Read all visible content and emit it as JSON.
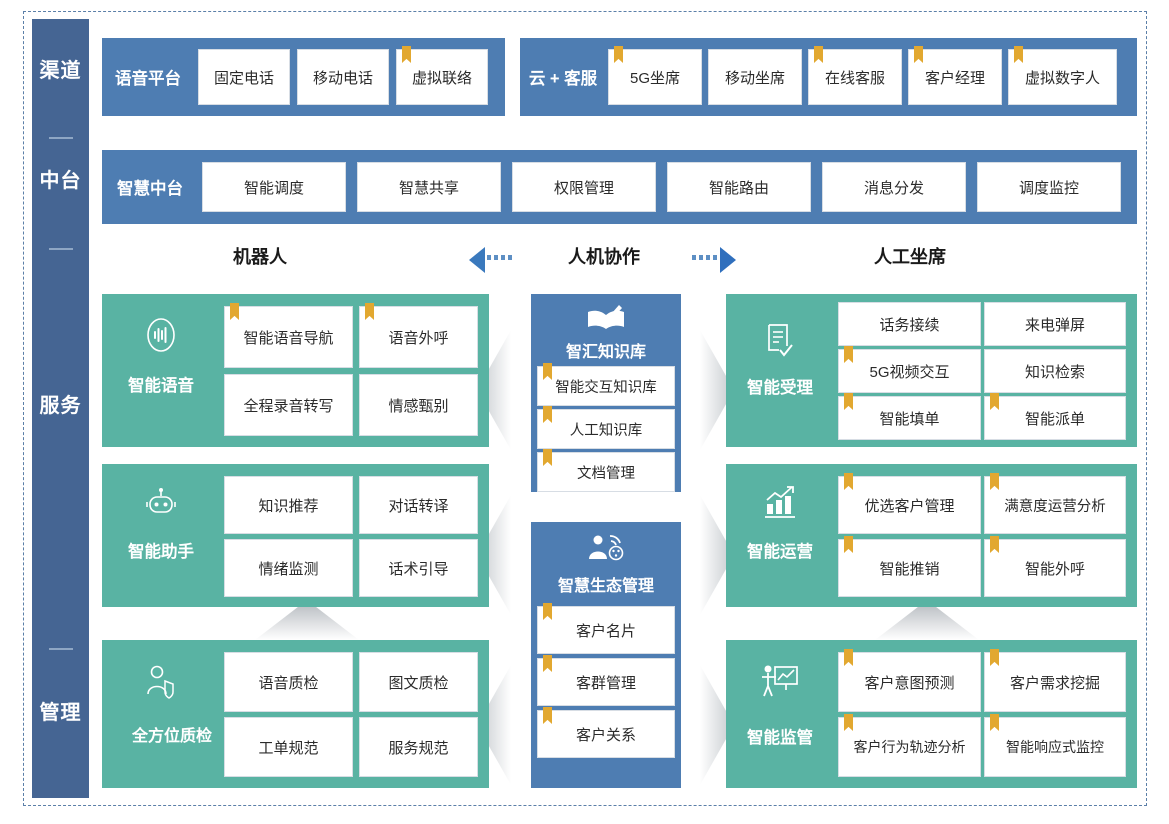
{
  "sidebar": {
    "items": [
      {
        "label": "渠道",
        "name": "sidebar-item-channel"
      },
      {
        "label": "中台",
        "name": "sidebar-item-midplatform"
      },
      {
        "label": "服务",
        "name": "sidebar-item-service"
      },
      {
        "label": "管理",
        "name": "sidebar-item-management"
      }
    ]
  },
  "channel_row": {
    "voice_platform": {
      "title": "语音平台",
      "items": [
        {
          "label": "固定电话",
          "ribbon": false
        },
        {
          "label": "移动电话",
          "ribbon": false
        },
        {
          "label": "虚拟联络",
          "ribbon": true
        }
      ]
    },
    "cloud_service": {
      "title": "云 + 客服",
      "items": [
        {
          "label": "5G坐席",
          "ribbon": true
        },
        {
          "label": "移动坐席",
          "ribbon": false
        },
        {
          "label": "在线客服",
          "ribbon": true
        },
        {
          "label": "客户经理",
          "ribbon": true
        },
        {
          "label": "虚拟数字人",
          "ribbon": true
        }
      ]
    }
  },
  "midplatform_row": {
    "title": "智慧中台",
    "items": [
      {
        "label": "智能调度",
        "ribbon": false
      },
      {
        "label": "智慧共享",
        "ribbon": false
      },
      {
        "label": "权限管理",
        "ribbon": false
      },
      {
        "label": "智能路由",
        "ribbon": false
      },
      {
        "label": "消息分发",
        "ribbon": false
      },
      {
        "label": "调度监控",
        "ribbon": false
      }
    ]
  },
  "section_headers": {
    "left": "机器人",
    "center": "人机协作",
    "right": "人工坐席"
  },
  "service_left": [
    {
      "title": "智能语音",
      "icon": "voice-wave-icon",
      "items": [
        {
          "label": "智能语音导航",
          "ribbon": true
        },
        {
          "label": "语音外呼",
          "ribbon": true
        },
        {
          "label": "全程录音转写",
          "ribbon": false
        },
        {
          "label": "情感甄别",
          "ribbon": false
        }
      ]
    },
    {
      "title": "智能助手",
      "icon": "robot-icon",
      "items": [
        {
          "label": "知识推荐",
          "ribbon": false
        },
        {
          "label": "对话转译",
          "ribbon": false
        },
        {
          "label": "情绪监测",
          "ribbon": false
        },
        {
          "label": "话术引导",
          "ribbon": false
        }
      ]
    },
    {
      "title": "全方位质检",
      "icon": "person-shield-icon",
      "items": [
        {
          "label": "语音质检",
          "ribbon": false
        },
        {
          "label": "图文质检",
          "ribbon": false
        },
        {
          "label": "工单规范",
          "ribbon": false
        },
        {
          "label": "服务规范",
          "ribbon": false
        }
      ]
    }
  ],
  "service_center": [
    {
      "title": "智汇知识库",
      "icon": "open-book-pen-icon",
      "items": [
        {
          "label": "智能交互知识库",
          "ribbon": true
        },
        {
          "label": "人工知识库",
          "ribbon": true
        },
        {
          "label": "文档管理",
          "ribbon": true
        }
      ]
    },
    {
      "title": "智慧生态管理",
      "icon": "person-network-icon",
      "items": [
        {
          "label": "客户名片",
          "ribbon": true
        },
        {
          "label": "客群管理",
          "ribbon": true
        },
        {
          "label": "客户关系",
          "ribbon": true
        }
      ]
    }
  ],
  "service_right": [
    {
      "title": "智能受理",
      "icon": "document-check-icon",
      "items": [
        {
          "label": "话务接续",
          "ribbon": false
        },
        {
          "label": "来电弹屏",
          "ribbon": false
        },
        {
          "label": "5G视频交互",
          "ribbon": true
        },
        {
          "label": "知识检索",
          "ribbon": false
        },
        {
          "label": "智能填单",
          "ribbon": true
        },
        {
          "label": "智能派单",
          "ribbon": true
        }
      ]
    },
    {
      "title": "智能运营",
      "icon": "bar-chart-up-icon",
      "items": [
        {
          "label": "优选客户管理",
          "ribbon": true
        },
        {
          "label": "满意度运营分析",
          "ribbon": true
        },
        {
          "label": "智能推销",
          "ribbon": true
        },
        {
          "label": "智能外呼",
          "ribbon": true
        }
      ]
    },
    {
      "title": "智能监管",
      "icon": "presenter-board-icon",
      "items": [
        {
          "label": "客户意图预测",
          "ribbon": true
        },
        {
          "label": "客户需求挖掘",
          "ribbon": true
        },
        {
          "label": "客户行为轨迹分析",
          "ribbon": true
        },
        {
          "label": "智能响应式监控",
          "ribbon": true
        }
      ]
    }
  ],
  "colors": {
    "sidebar_blue": "#456593",
    "band_blue": "#4e7db2",
    "panel_green": "#59b3a3",
    "ribbon_gold": "#e2a830",
    "connector_gray": "#c9cdd1",
    "frame_dash": "#5b7fa8"
  }
}
